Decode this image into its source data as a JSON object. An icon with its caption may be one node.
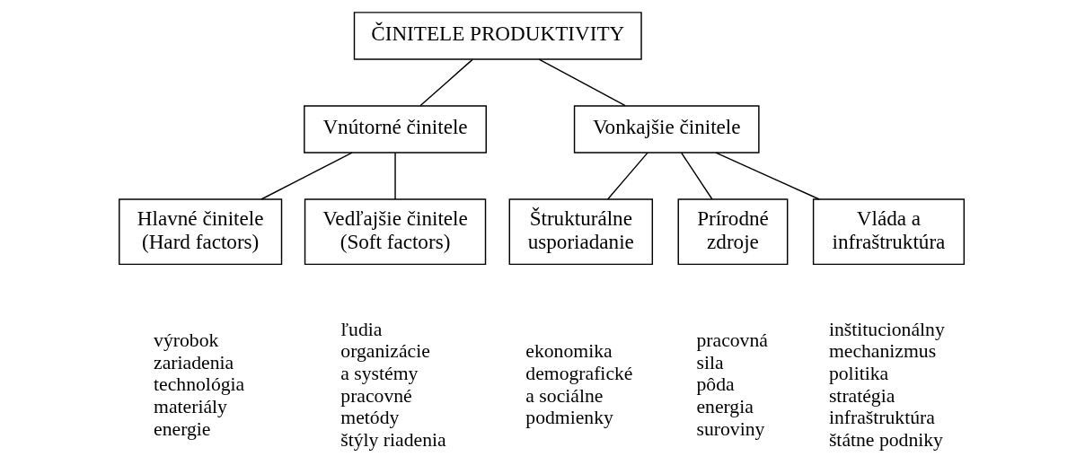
{
  "diagram": {
    "nodes": [
      {
        "text": [
          "ČINITELE PRODUKTIVITY"
        ]
      },
      {
        "text": [
          "Vnútorné činitele"
        ]
      },
      {
        "text": [
          "Vonkajšie činitele"
        ]
      },
      {
        "text": [
          "Hlavné činitele (Hard factors)"
        ],
        "beside": [
          "výrobok",
          "zariadenia",
          "technológia",
          "materiály",
          "energie"
        ]
      },
      {
        "text": [
          "Vedľajšie činitele (Soft factors)"
        ],
        "beside": [
          "ľudia",
          "organizácie",
          "a systémy",
          "pracovné",
          "metódy",
          "štýly riadenia"
        ]
      },
      {
        "text": [
          "Štrukturálne usporiadanie"
        ],
        "beside": [
          "ekonomika",
          "demografické",
          "a sociálne",
          "podmienky"
        ]
      },
      {
        "text": [
          "Prírodné zdroje"
        ],
        "beside": [
          "pracovná",
          "sila",
          "pôda",
          "energia",
          "suroviny"
        ]
      },
      {
        "text": [
          "Vláda a infraštruktúra"
        ],
        "beside": [
          "inštitucionálny",
          "mechanizmus",
          "politika",
          "stratégia",
          "infraštruktúra",
          "štátne podniky"
        ]
      }
    ],
    "edges": [
      {
        "from": 0,
        "to": 1,
        "arrow": "none"
      },
      {
        "from": 0,
        "to": 2,
        "arrow": "none"
      },
      {
        "from": 1,
        "to": 3,
        "arrow": "none"
      },
      {
        "from": 1,
        "to": 4,
        "arrow": "none"
      },
      {
        "from": 2,
        "to": 5,
        "arrow": "none"
      },
      {
        "from": 2,
        "to": 6,
        "arrow": "none"
      },
      {
        "from": 2,
        "to": 7,
        "arrow": "none"
      }
    ]
  }
}
